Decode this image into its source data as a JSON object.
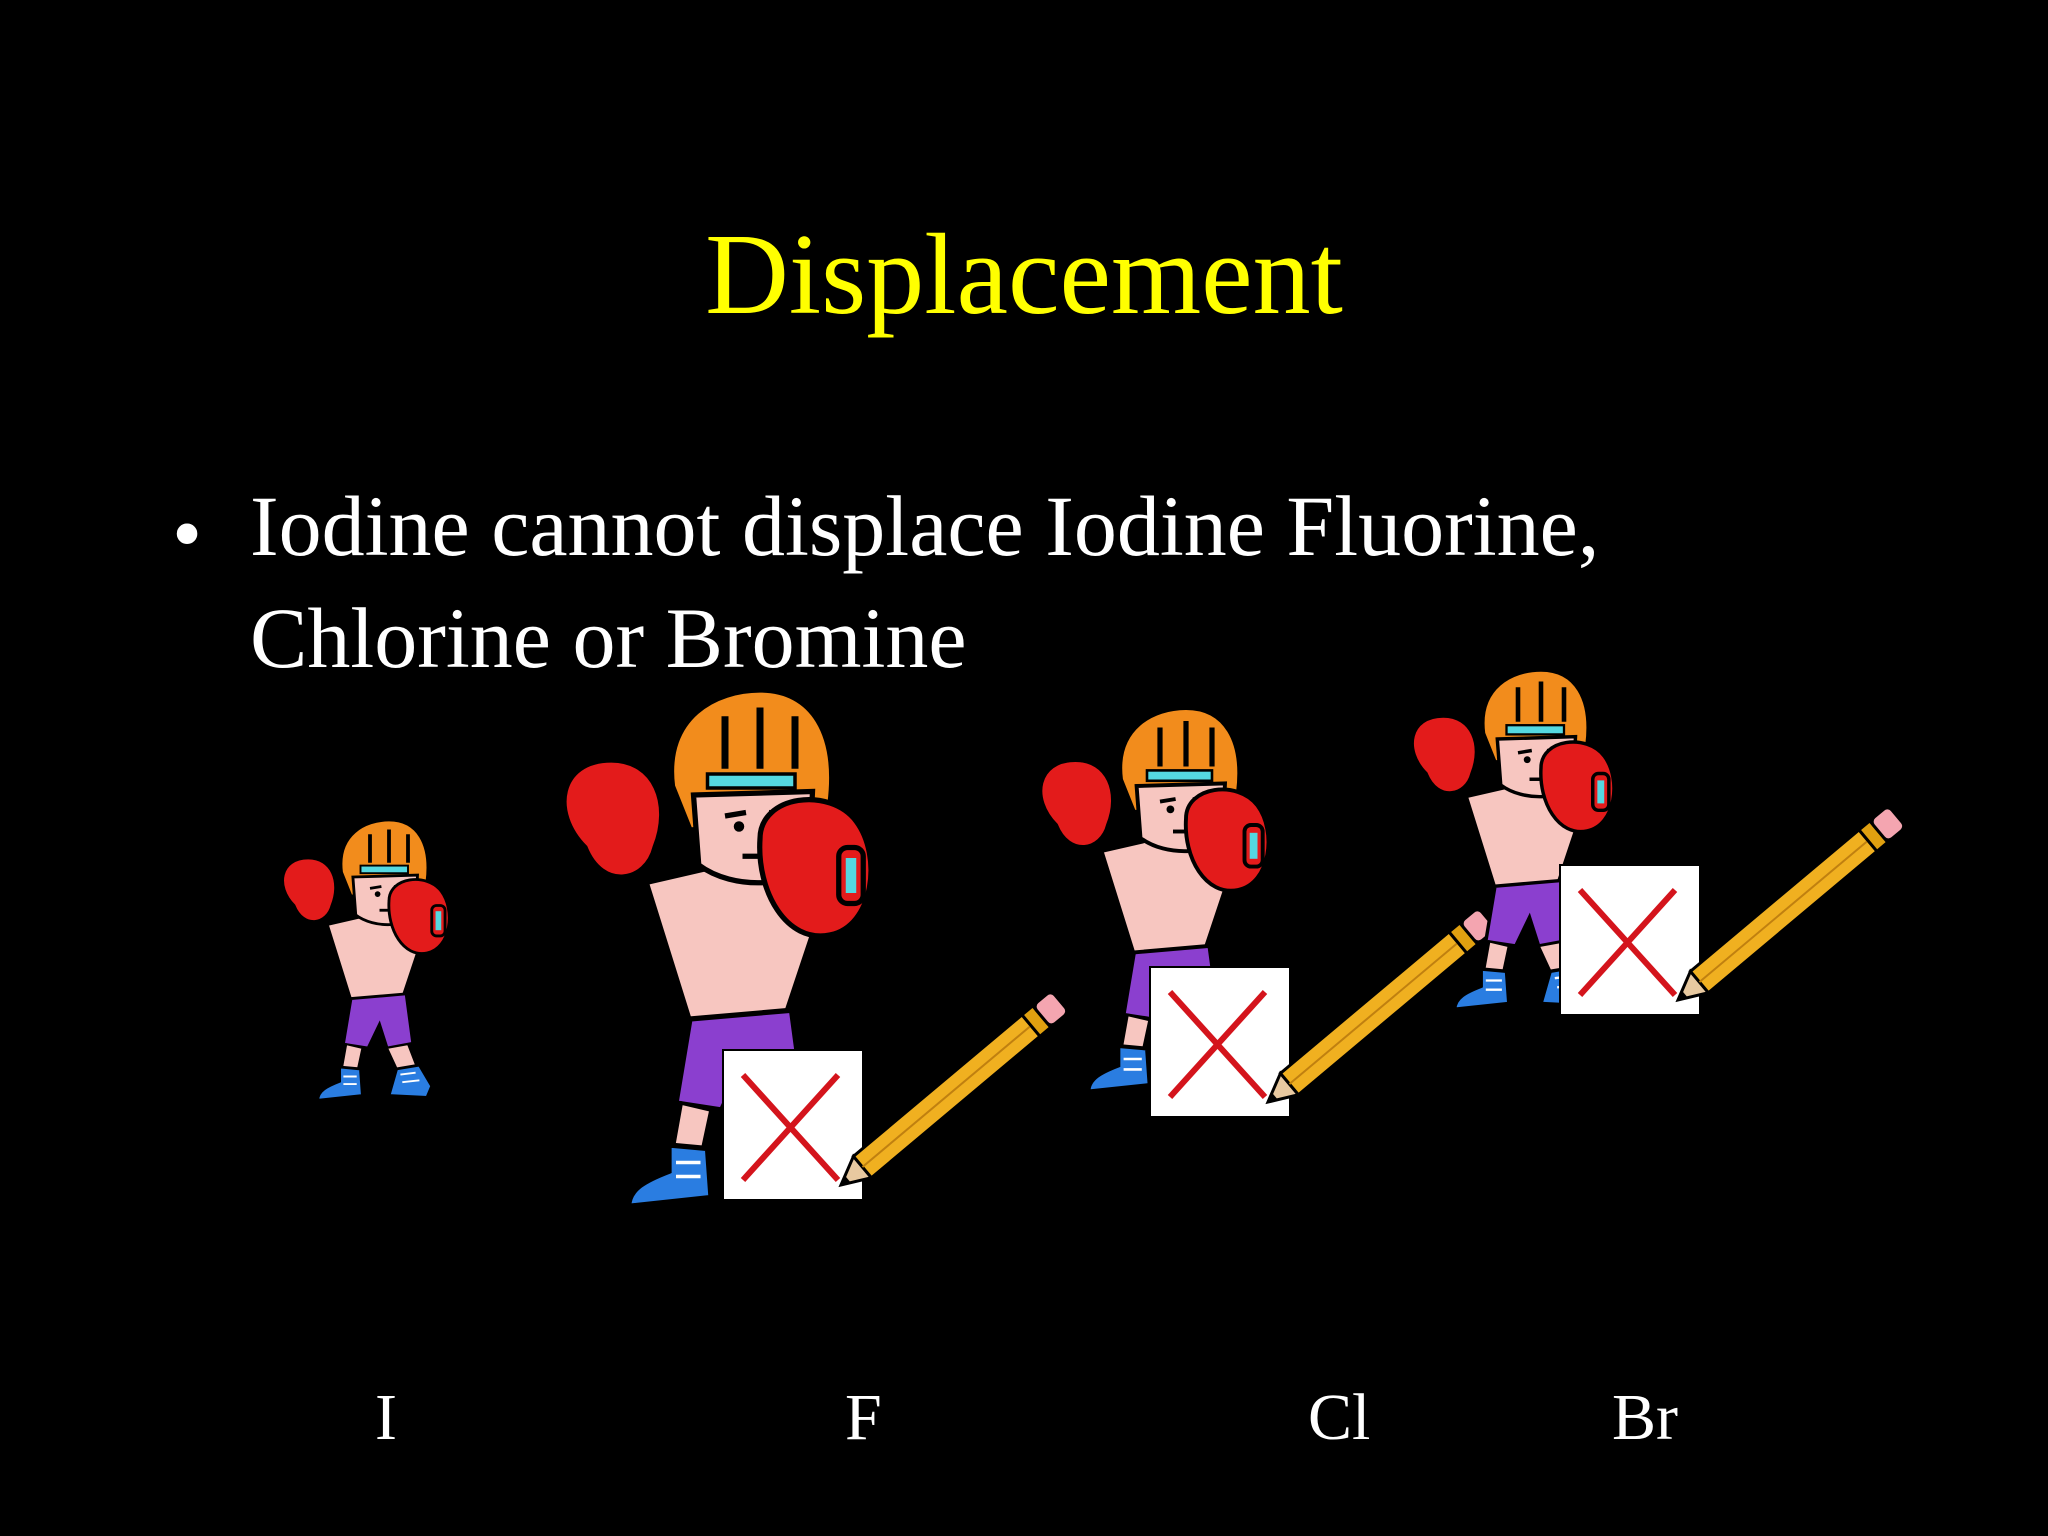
{
  "slide": {
    "title": "Displacement",
    "bullet": "Iodine cannot displace Iodine Fluorine, Chlorine or Bromine",
    "labels": [
      "I",
      "F",
      "Cl",
      "Br"
    ]
  },
  "colors": {
    "background": "#000000",
    "title": "#ffff00",
    "text": "#ffffff",
    "glove": "#e31b1b",
    "helmet": "#f28c1c",
    "skin": "#f7c6c0",
    "shorts": "#8b3fcf",
    "shoe": "#2a7de1",
    "pencil": "#f0b020",
    "cross": "#d4141c"
  },
  "figures": [
    {
      "element": "I",
      "icon": "boxer-icon",
      "crossed_out": false
    },
    {
      "element": "F",
      "icon": "boxer-icon",
      "crossed_out": true
    },
    {
      "element": "Cl",
      "icon": "boxer-icon",
      "crossed_out": true
    },
    {
      "element": "Br",
      "icon": "boxer-icon",
      "crossed_out": true
    }
  ]
}
